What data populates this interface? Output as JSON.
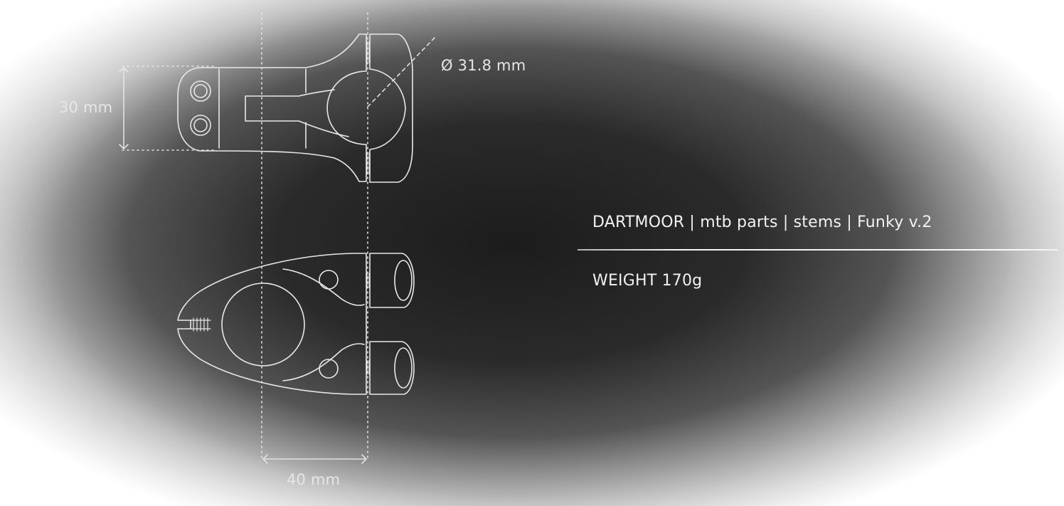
{
  "diagram": {
    "dimensions": {
      "clamp_height": "30 mm",
      "bar_diameter": "Ø 31.8 mm",
      "stem_length": "40 mm"
    }
  },
  "product": {
    "title": "DARTMOOR | mtb parts | stems | Funky v.2",
    "weight": "WEIGHT 170g"
  },
  "colors": {
    "board": "#262626",
    "line": "#e8e8e8",
    "text": "#f2f2f2"
  }
}
